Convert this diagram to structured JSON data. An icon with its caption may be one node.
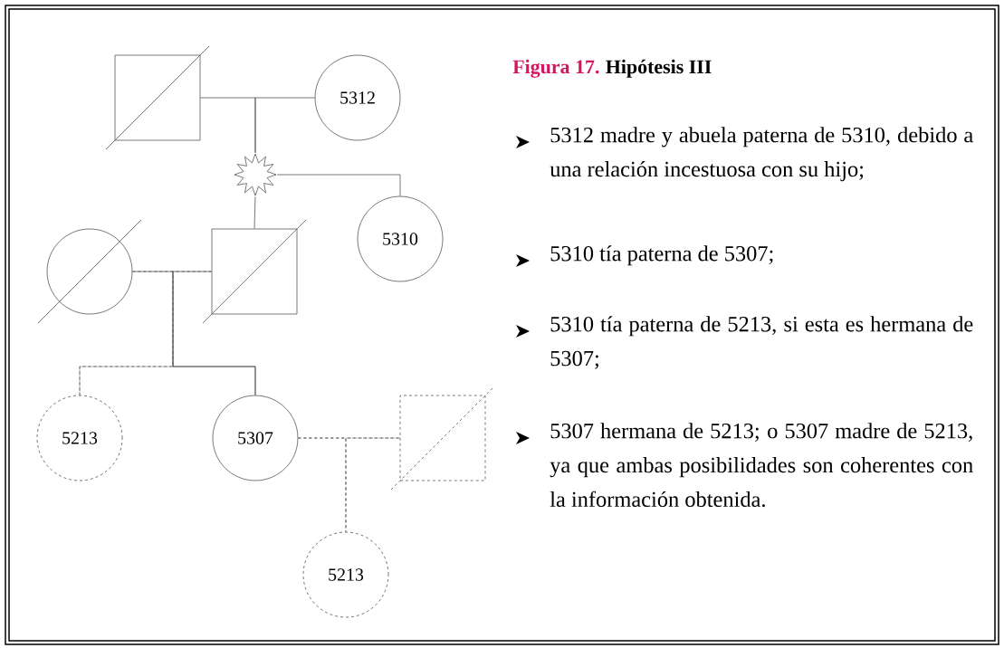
{
  "diagram": {
    "nodes": [
      {
        "text": [],
        "shape": "box"
      },
      {
        "text": [
          "5312"
        ]
      },
      {
        "text": [],
        "shape": "star"
      },
      {
        "text": [
          "5310"
        ]
      },
      {
        "text": [],
        "shape": "circle"
      },
      {
        "text": [],
        "shape": "box"
      },
      {
        "text": [
          "5213"
        ]
      },
      {
        "text": [
          "5307"
        ]
      },
      {
        "text": [],
        "shape": "box"
      },
      {
        "text": [
          "5213"
        ]
      }
    ],
    "edges": [
      {
        "from": 0,
        "to": 2,
        "arrow": "none"
      },
      {
        "from": 1,
        "to": 2,
        "arrow": "none"
      },
      {
        "from": 2,
        "to": 3,
        "arrow": "none"
      },
      {
        "from": 2,
        "to": 5,
        "arrow": "none"
      },
      {
        "from": 4,
        "to": 6,
        "arrow": "none",
        "style": "dashed"
      },
      {
        "from": 5,
        "to": 6,
        "arrow": "none",
        "style": "dashed"
      },
      {
        "from": 4,
        "to": 7,
        "arrow": "none"
      },
      {
        "from": 5,
        "to": 7,
        "arrow": "none"
      },
      {
        "from": 7,
        "to": 8,
        "arrow": "none",
        "style": "dashed"
      },
      {
        "from": 7,
        "to": 9,
        "arrow": "none",
        "style": "dashed"
      },
      {
        "from": 8,
        "to": 9,
        "arrow": "none",
        "style": "dashed"
      }
    ],
    "labels": [
      "Figura 17.",
      "Hipótesis III",
      "5312 madre y abuela paterna de 5310, debido a una relación incestuosa con su hijo;",
      "5310 tía paterna de 5307;",
      "5310 tía paterna de 5213, si esta es hermana de 5307;",
      "5307 hermana de 5213; o 5307 madre de 5213, ya que ambas posibilidades son coherentes con la información obtenida."
    ]
  }
}
